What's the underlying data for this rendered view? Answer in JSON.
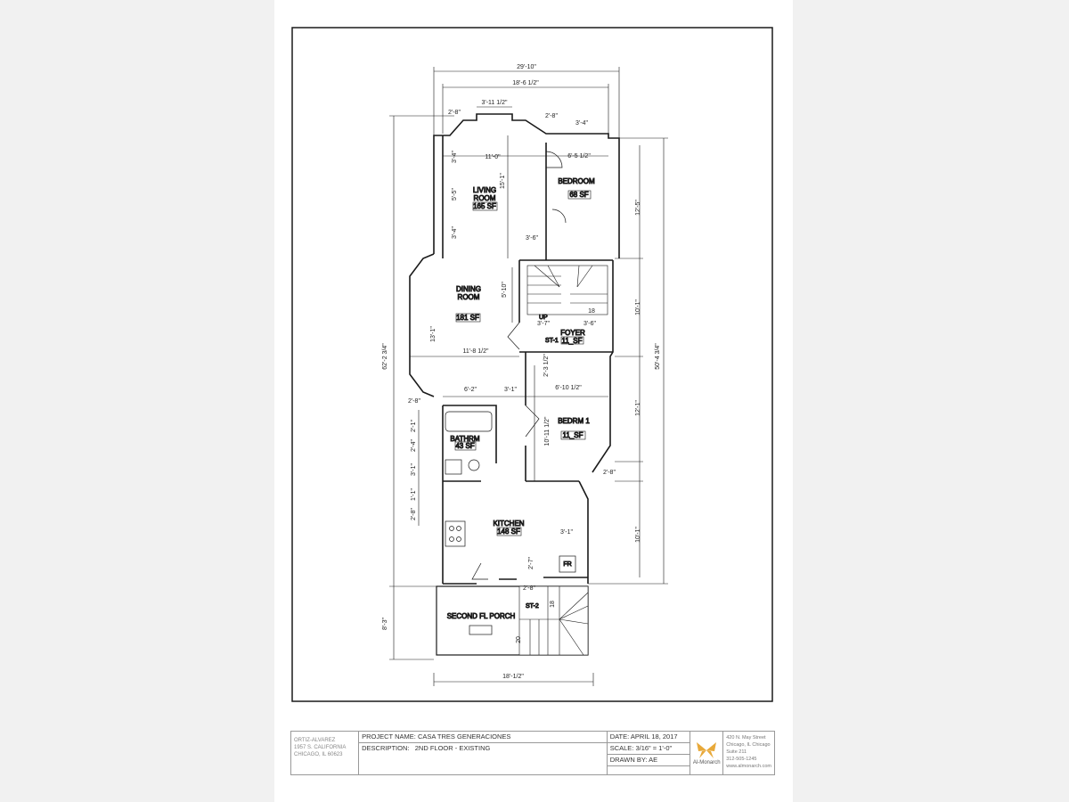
{
  "plan": {
    "rooms": {
      "living": {
        "name1": "LIVING",
        "name2": "ROOM",
        "area": "165 SF"
      },
      "bedroom": {
        "name": "BEDROOM",
        "area": "68 SF"
      },
      "dining": {
        "name1": "DINING",
        "name2": "ROOM",
        "area": "181 SF"
      },
      "foyer": {
        "name": "FOYER",
        "area": "11_SF"
      },
      "bedrm1": {
        "name": "BEDRM 1",
        "area": "11_SF"
      },
      "bath": {
        "name": "BATHRM",
        "area": "43 SF"
      },
      "kitchen": {
        "name": "KITCHEN",
        "area": "148 SF"
      },
      "porch": {
        "name": "SECOND FL PORCH"
      },
      "fr": "FR",
      "st1": "ST-1",
      "st2": "ST-2",
      "up": "UP"
    },
    "dims": {
      "overall_width": "29'-10\"",
      "inner_width": "18'-6 1/2\"",
      "bay_window": "3'-11 1/2\"",
      "bay_left": "2'-8\"",
      "bay_right": "2'-8\"",
      "bed_window": "3'-4\"",
      "living_width": "11'-0\"",
      "bedroom_width": "6'-5 1/2\"",
      "living_depth": "15'-1\"",
      "bed_depth": "12'-5\"",
      "wall_a": "3'-4\"",
      "wall_b": "5'-5\"",
      "wall_c": "3'-4\"",
      "stair_w": "3'-6\"",
      "dining_depth": "5'-10\"",
      "foyer_a": "3'-7\"",
      "foyer_b": "3'-6\"",
      "stair_n": "18",
      "foyer_depth": "10'-1\"",
      "dining_side": "13'-1\"",
      "dining_width": "11'-8 1/2\"",
      "overall_depth": "62'-2 3/4\"",
      "right_depth": "50'-4 3/4\"",
      "bed1_a": "2'-3 1/2\"",
      "bed1_width": "6'-10 1/2\"",
      "bath_width": "6'-2\"",
      "hall_w": "3'-1\"",
      "bay_low": "2'-8\"",
      "bed1_depth": "12'-1\"",
      "bed1_door": "10'-11 1/2\"",
      "bay_br": "2'-8\"",
      "l1": "2'-1\"",
      "l2": "2'-4\"",
      "l3": "3'-1\"",
      "l4": "1'-1\"",
      "l5": "2'-8\"",
      "kit_depth": "10'-1\"",
      "fr_w": "3'-1\"",
      "fr_d": "2'-7\"",
      "porch_door": "2'-8\"",
      "porch_depth": "8'-3\"",
      "bottom_width": "18'-1/2\"",
      "st2_up": "18",
      "st2_n": "20"
    }
  },
  "title_block": {
    "client": [
      "ORTIZ-ALVAREZ",
      "1957 S. CALIFORNIA",
      "CHICAGO, IL 60623"
    ],
    "project_label": "PROJECT NAME:",
    "project_name": "CASA TRES GENERACIONES",
    "description_label": "DESCRIPTION:",
    "description": "2ND FLOOR - EXISTING",
    "date": "DATE:  APRIL 18, 2017",
    "scale": "SCALE: 3/16\" = 1'-0\"",
    "drawn_by": "DRAWN BY: AE",
    "firm": "Al-Monarch",
    "address": [
      "420 N. May Street",
      "Chicago, IL Chicago",
      "Suite 211",
      "312-505-1245",
      "www.almonarch.com"
    ]
  },
  "colors": {
    "line": "#1a1a1a",
    "logo": "#e8a93a"
  }
}
